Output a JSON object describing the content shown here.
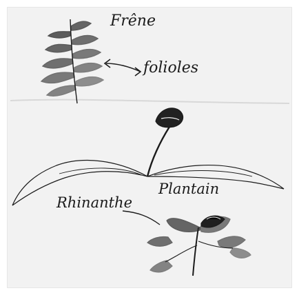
{
  "labels": {
    "frene": "Frêne",
    "folioles": "folioles",
    "plantain": "Plantain",
    "rhinanthe": "Rhinanthe"
  },
  "colors": {
    "paper": "#f2f2f2",
    "ink": "#1b1b1b"
  },
  "drawings": {
    "ash_leaf_icon": "fern-like compound leaf",
    "arrow_icon": "double-headed arrow",
    "plantain_icon": "flower spike with two long basal leaves",
    "rhinanthus_icon": "leafy plant with flower"
  }
}
